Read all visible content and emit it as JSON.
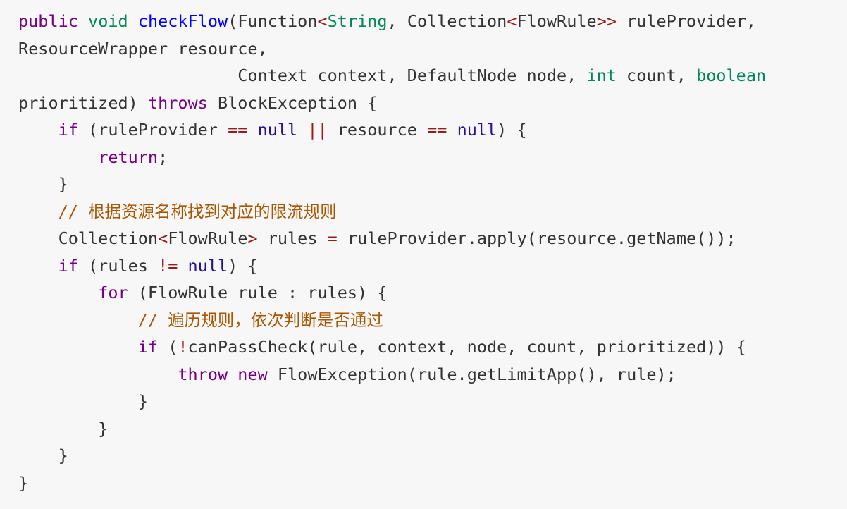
{
  "colors": {
    "background": "#f7f7f7",
    "keyword": "#770088",
    "definition": "#0000ff",
    "type": "#008855",
    "atom": "#221199",
    "operator": "#981a1a",
    "comment": "#aa5500",
    "text": "#333333"
  },
  "code": {
    "language": "java",
    "lines": [
      [
        {
          "t": "public",
          "c": "kw"
        },
        {
          "t": " ",
          "c": "txt"
        },
        {
          "t": "void",
          "c": "type"
        },
        {
          "t": " ",
          "c": "txt"
        },
        {
          "t": "checkFlow",
          "c": "def"
        },
        {
          "t": "(Function",
          "c": "txt"
        },
        {
          "t": "<",
          "c": "op"
        },
        {
          "t": "String",
          "c": "type"
        },
        {
          "t": ", Collection",
          "c": "txt"
        },
        {
          "t": "<",
          "c": "op"
        },
        {
          "t": "FlowRule",
          "c": "txt"
        },
        {
          "t": ">>",
          "c": "op"
        },
        {
          "t": " ruleProvider,",
          "c": "txt"
        }
      ],
      [
        {
          "t": "ResourceWrapper resource,",
          "c": "txt"
        }
      ],
      [
        {
          "t": "                      Context context, DefaultNode node, ",
          "c": "txt"
        },
        {
          "t": "int",
          "c": "type"
        },
        {
          "t": " count, ",
          "c": "txt"
        },
        {
          "t": "boolean",
          "c": "type"
        }
      ],
      [
        {
          "t": "prioritized) ",
          "c": "txt"
        },
        {
          "t": "throws",
          "c": "kw"
        },
        {
          "t": " BlockException {",
          "c": "txt"
        }
      ],
      [
        {
          "t": "    ",
          "c": "txt"
        },
        {
          "t": "if",
          "c": "kw"
        },
        {
          "t": " (ruleProvider ",
          "c": "txt"
        },
        {
          "t": "==",
          "c": "op"
        },
        {
          "t": " ",
          "c": "txt"
        },
        {
          "t": "null",
          "c": "atom"
        },
        {
          "t": " ",
          "c": "txt"
        },
        {
          "t": "||",
          "c": "op"
        },
        {
          "t": " resource ",
          "c": "txt"
        },
        {
          "t": "==",
          "c": "op"
        },
        {
          "t": " ",
          "c": "txt"
        },
        {
          "t": "null",
          "c": "atom"
        },
        {
          "t": ") {",
          "c": "txt"
        }
      ],
      [
        {
          "t": "        ",
          "c": "txt"
        },
        {
          "t": "return",
          "c": "kw"
        },
        {
          "t": ";",
          "c": "txt"
        }
      ],
      [
        {
          "t": "    }",
          "c": "txt"
        }
      ],
      [
        {
          "t": "    ",
          "c": "txt"
        },
        {
          "t": "// 根据资源名称找到对应的限流规则",
          "c": "com"
        }
      ],
      [
        {
          "t": "    Collection",
          "c": "txt"
        },
        {
          "t": "<",
          "c": "op"
        },
        {
          "t": "FlowRule",
          "c": "txt"
        },
        {
          "t": ">",
          "c": "op"
        },
        {
          "t": " rules ",
          "c": "txt"
        },
        {
          "t": "=",
          "c": "op"
        },
        {
          "t": " ruleProvider.apply(resource.getName());",
          "c": "txt"
        }
      ],
      [
        {
          "t": "    ",
          "c": "txt"
        },
        {
          "t": "if",
          "c": "kw"
        },
        {
          "t": " (rules ",
          "c": "txt"
        },
        {
          "t": "!=",
          "c": "op"
        },
        {
          "t": " ",
          "c": "txt"
        },
        {
          "t": "null",
          "c": "atom"
        },
        {
          "t": ") {",
          "c": "txt"
        }
      ],
      [
        {
          "t": "        ",
          "c": "txt"
        },
        {
          "t": "for",
          "c": "kw"
        },
        {
          "t": " (FlowRule rule : rules) {",
          "c": "txt"
        }
      ],
      [
        {
          "t": "            ",
          "c": "txt"
        },
        {
          "t": "// 遍历规则，依次判断是否通过",
          "c": "com"
        }
      ],
      [
        {
          "t": "            ",
          "c": "txt"
        },
        {
          "t": "if",
          "c": "kw"
        },
        {
          "t": " (",
          "c": "txt"
        },
        {
          "t": "!",
          "c": "op"
        },
        {
          "t": "canPassCheck(rule, context, node, count, prioritized)) {",
          "c": "txt"
        }
      ],
      [
        {
          "t": "                ",
          "c": "txt"
        },
        {
          "t": "throw",
          "c": "kw"
        },
        {
          "t": " ",
          "c": "txt"
        },
        {
          "t": "new",
          "c": "kw"
        },
        {
          "t": " FlowException(rule.getLimitApp(), rule);",
          "c": "txt"
        }
      ],
      [
        {
          "t": "            }",
          "c": "txt"
        }
      ],
      [
        {
          "t": "        }",
          "c": "txt"
        }
      ],
      [
        {
          "t": "    }",
          "c": "txt"
        }
      ],
      [
        {
          "t": "}",
          "c": "txt"
        }
      ]
    ]
  }
}
